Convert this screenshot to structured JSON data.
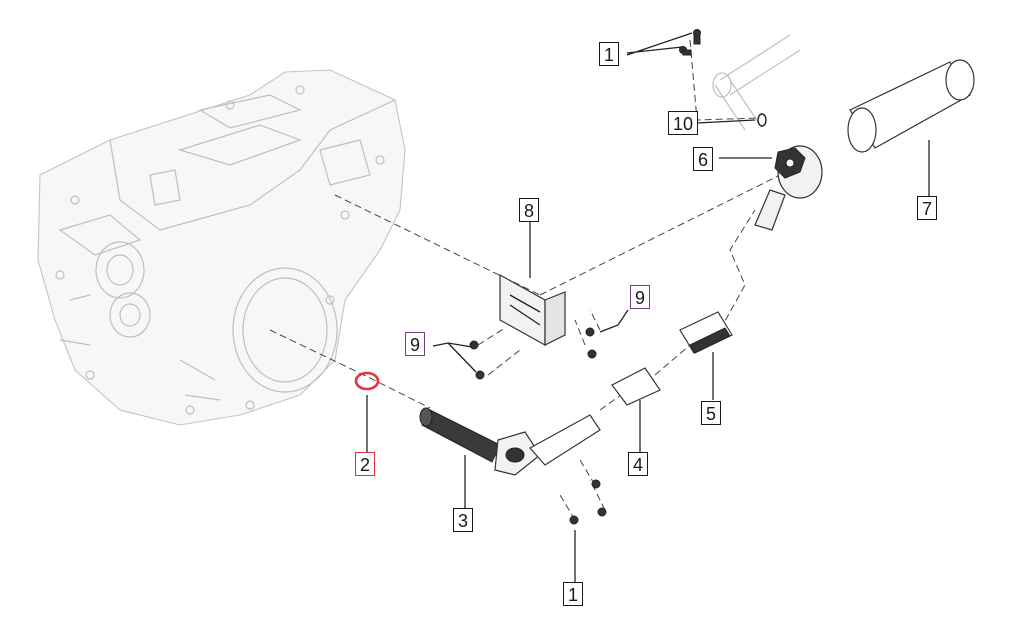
{
  "callouts": [
    {
      "id": "c1a",
      "label": "1",
      "color": "#1a1a1a"
    },
    {
      "id": "c10",
      "label": "10",
      "color": "#1a1a1a"
    },
    {
      "id": "c6",
      "label": "6",
      "color": "#1a1a1a"
    },
    {
      "id": "c7",
      "label": "7",
      "color": "#1a1a1a"
    },
    {
      "id": "c8",
      "label": "8",
      "color": "#1a1a1a"
    },
    {
      "id": "c9a",
      "label": "9",
      "color": "#7a3a86"
    },
    {
      "id": "c9b",
      "label": "9",
      "color": "#7a3a86"
    },
    {
      "id": "c2",
      "label": "2",
      "color": "#e8303a"
    },
    {
      "id": "c3",
      "label": "3",
      "color": "#1a1a1a"
    },
    {
      "id": "c4",
      "label": "4",
      "color": "#1a1a1a"
    },
    {
      "id": "c5",
      "label": "5",
      "color": "#1a1a1a"
    },
    {
      "id": "c1b",
      "label": "1",
      "color": "#1a1a1a"
    }
  ],
  "colors": {
    "highlight_red": "#e8303a",
    "highlight_purple": "#7a3a86",
    "line": "#1a1a1a"
  }
}
